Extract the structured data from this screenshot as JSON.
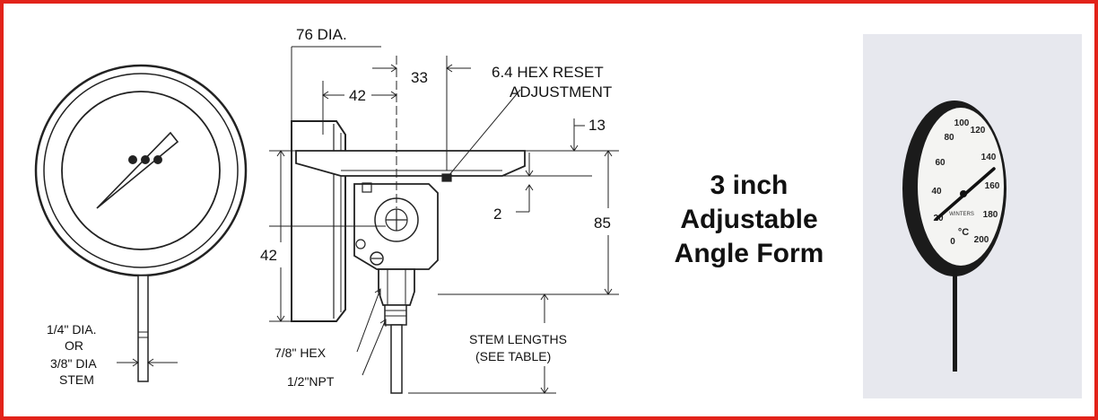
{
  "title": {
    "line1": "3 inch",
    "line2": "Adjustable",
    "line3": "Angle Form"
  },
  "dimensions": {
    "dia76": "76 DIA.",
    "d33": "33",
    "d42_top": "42",
    "hex_reset_1": "6.4 HEX RESET",
    "hex_reset_2": "ADJUSTMENT",
    "d13": "13",
    "d2": "2",
    "d85": "85",
    "d42_side": "42",
    "hex78": "7/8\" HEX",
    "npt": "1/2\"NPT",
    "stem_lengths_1": "STEM LENGTHS",
    "stem_lengths_2": "(SEE TABLE)",
    "stem_dia_1": "1/4\" DIA.",
    "stem_dia_2": "OR",
    "stem_dia_3": "3/8\" DIA",
    "stem_dia_4": "STEM"
  },
  "gauge": {
    "brand": "WINTERS",
    "unit": "°C",
    "scale": [
      "0",
      "20",
      "40",
      "60",
      "80",
      "100",
      "120",
      "140",
      "160",
      "180",
      "200"
    ]
  },
  "colors": {
    "border": "#e2231a",
    "photo_bg": "#e7e8ee"
  }
}
